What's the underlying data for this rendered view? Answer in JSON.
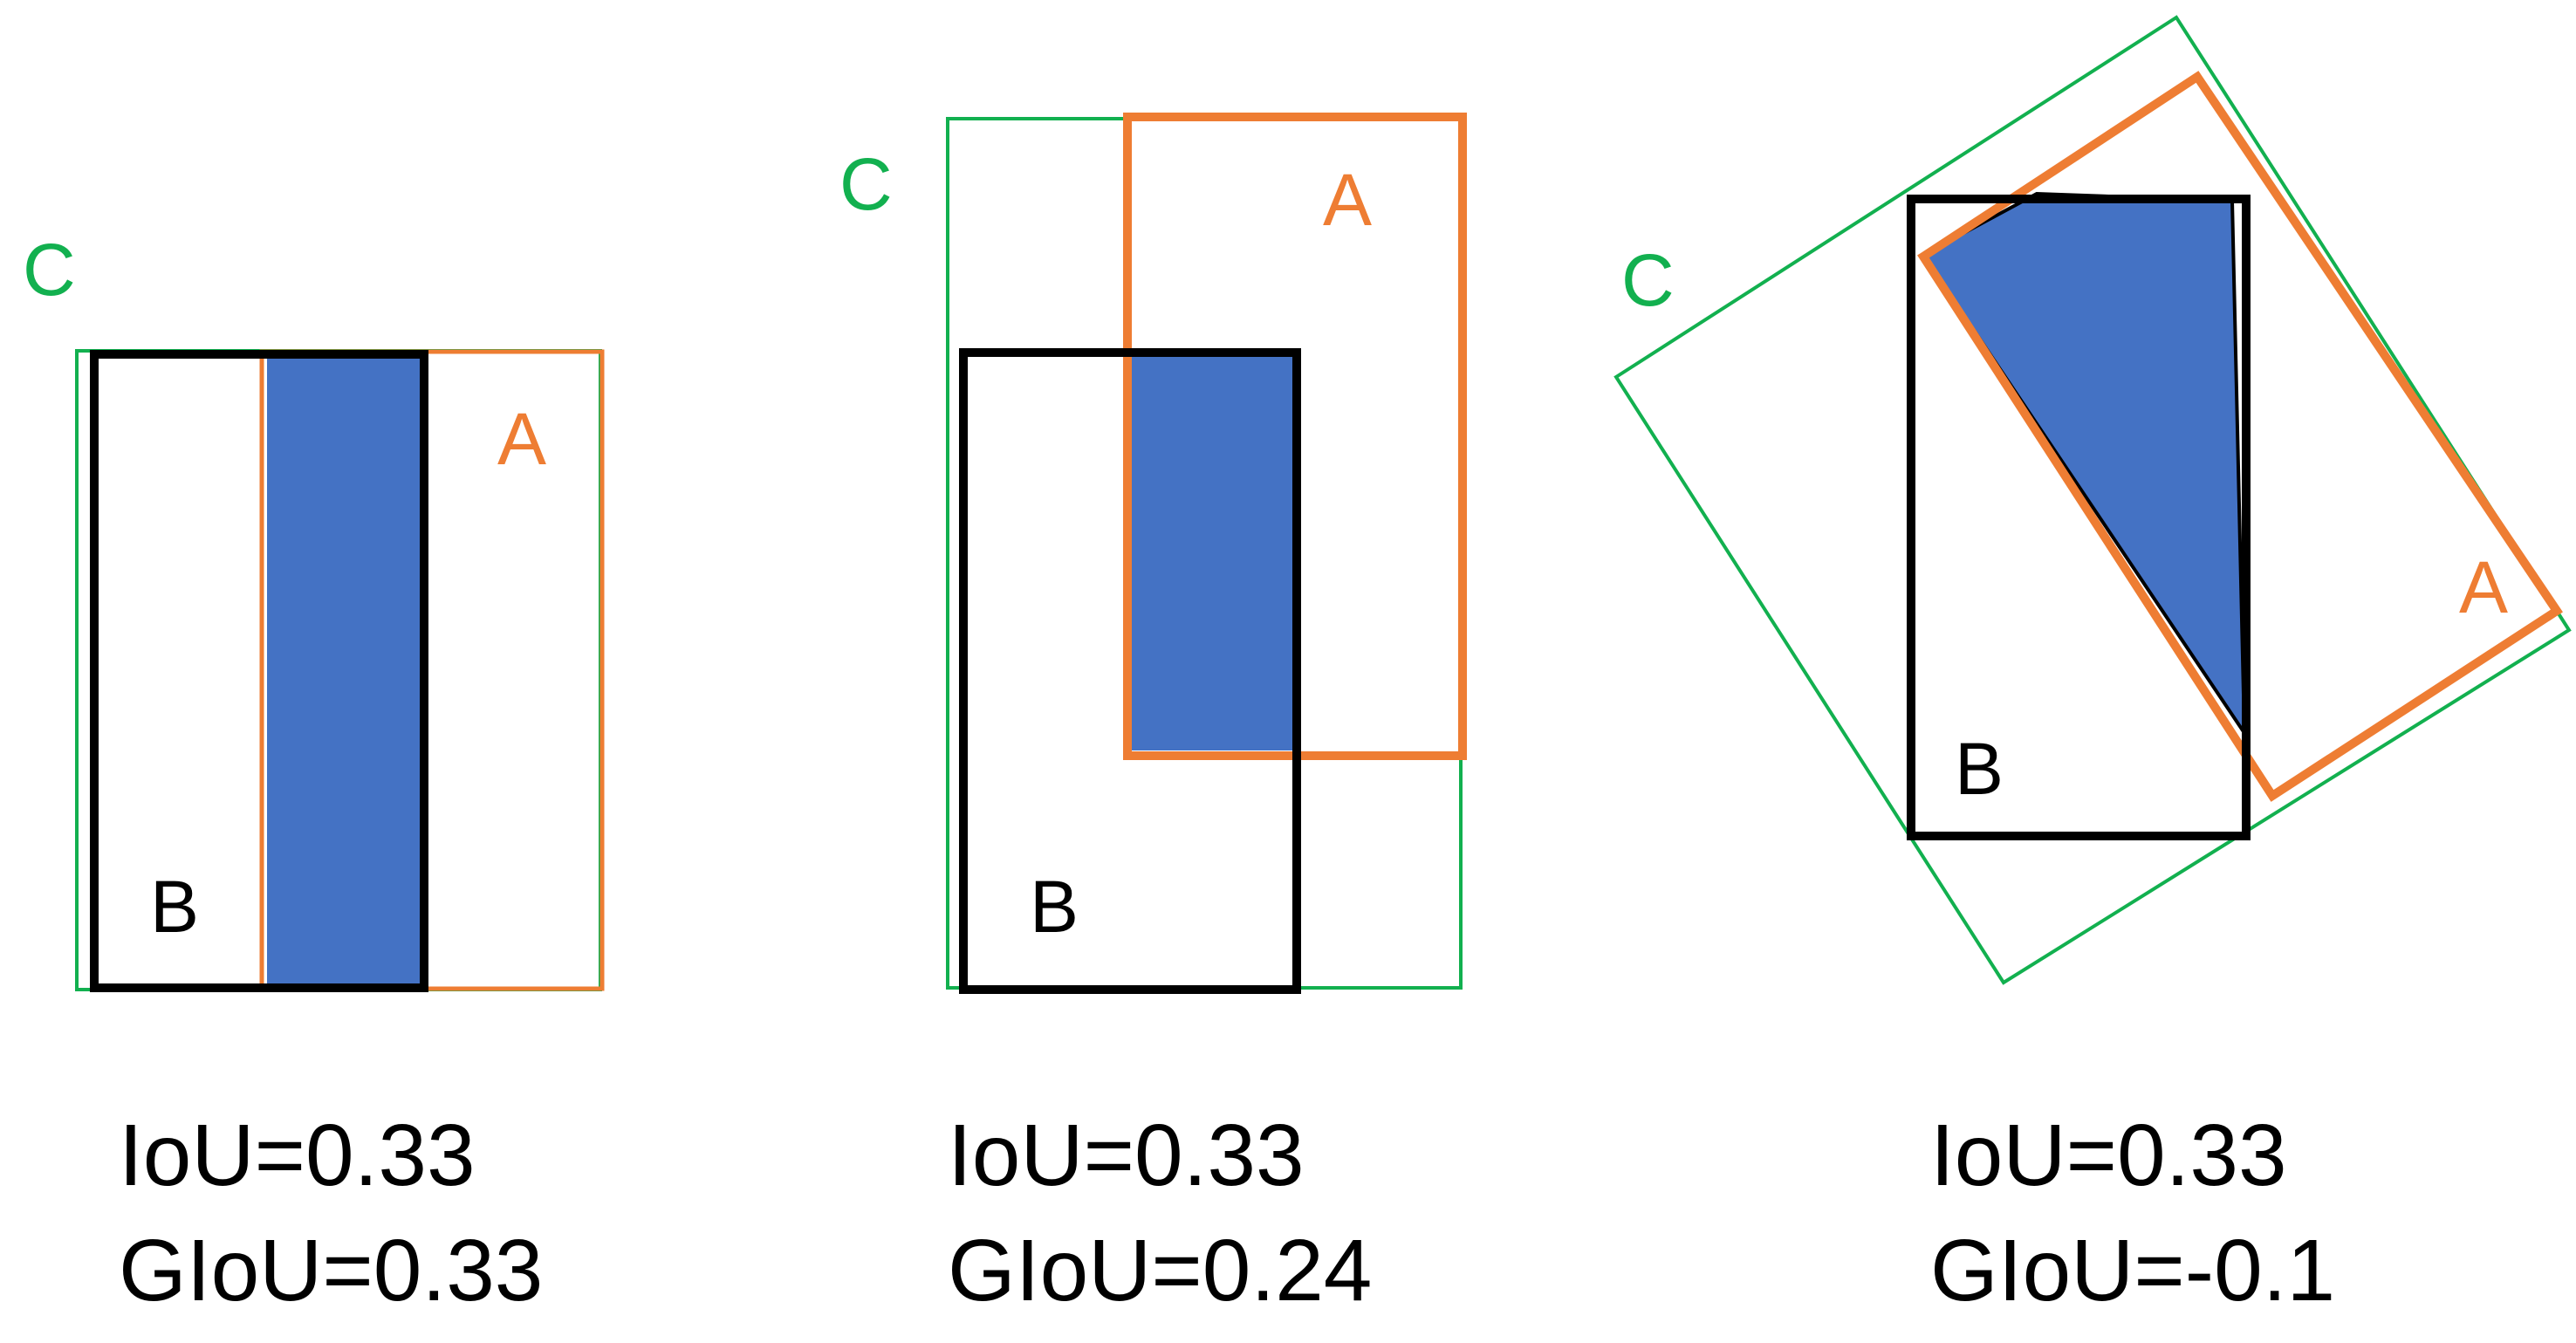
{
  "colors": {
    "enclosing": "#12b04f",
    "box_a": "#ee7d33",
    "box_b": "#000000",
    "intersection": "#4472c4"
  },
  "panels": [
    {
      "labels": {
        "c": "C",
        "a": "A",
        "b": "B"
      },
      "iou": "IoU=0.33",
      "giou": "GIoU=0.33"
    },
    {
      "labels": {
        "c": "C",
        "a": "A",
        "b": "B"
      },
      "iou": "IoU=0.33",
      "giou": "GIoU=0.24"
    },
    {
      "labels": {
        "c": "C",
        "a": "A",
        "b": "B"
      },
      "iou": "IoU=0.33",
      "giou": "GIoU=-0.1"
    }
  ]
}
